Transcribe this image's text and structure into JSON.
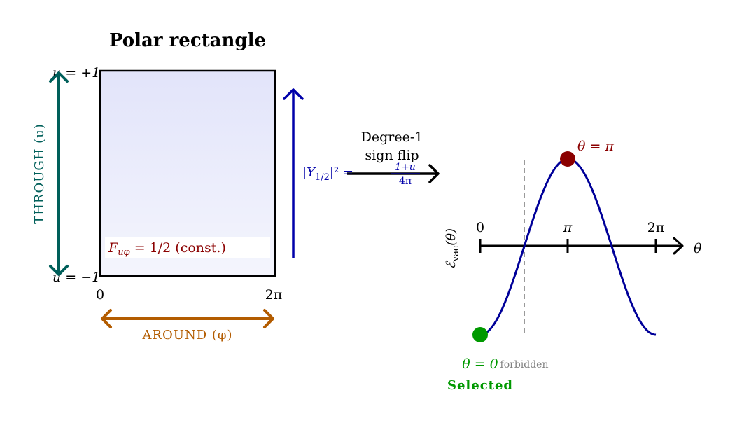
{
  "left_panel": {
    "title": "Polar rectangle",
    "u_top_label": "u = +1",
    "u_bottom_label": "u = −1",
    "phi_start_label": "0",
    "phi_end_label": "2π",
    "through_label": "THROUGH (u)",
    "around_label": "AROUND (φ)",
    "curvature_label": "F",
    "curvature_sub": "uφ",
    "curvature_value": " = 1/2 (const.)",
    "density_label": "|Y",
    "density_sub": "1/2",
    "density_eq": "|² = ",
    "density_num": "1+u",
    "density_den": "4π"
  },
  "transition": {
    "line1": "Degree-1",
    "line2": "sign flip"
  },
  "right_panel": {
    "y_axis_label": "ℰ",
    "y_axis_sub": "vac",
    "y_axis_arg": "(θ)",
    "x_axis_label": "θ",
    "tick_labels": [
      "0",
      "π",
      "2π"
    ],
    "max_label": "θ = π",
    "min_label": "θ = 0",
    "selected_label": "Selected",
    "forbidden_label": "forbidden"
  },
  "colors": {
    "through": "#005f5a",
    "around": "#b35c00",
    "blue": "#0000aa",
    "red": "#8b0000",
    "green": "#009900",
    "gray": "#808080"
  }
}
